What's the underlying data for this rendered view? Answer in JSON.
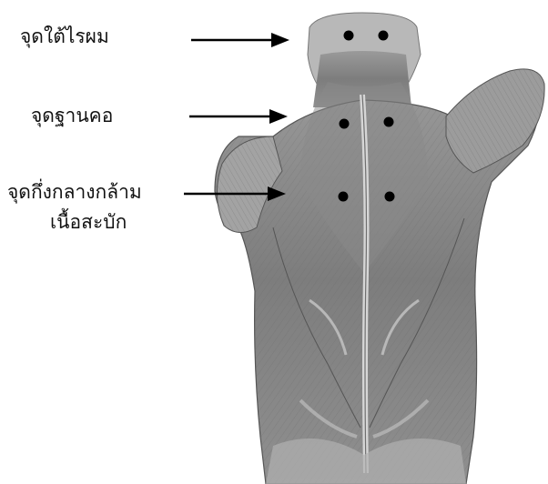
{
  "labels": {
    "point1": "จุดใต้ไรผม",
    "point2": "จุดฐานคอ",
    "point3_line1": "จุดกึ่งกลางกล้าม",
    "point3_line2": "เนื้อสะบัก"
  },
  "colors": {
    "text": "#111111",
    "arrow": "#000000",
    "muscle_dark": "#5a5a5a",
    "muscle_mid": "#8c8c8c",
    "muscle_light": "#c9c9c9",
    "acupoint": "#000000"
  },
  "icons": [
    "arrow-right-icon",
    "acupoint-dot-icon"
  ]
}
